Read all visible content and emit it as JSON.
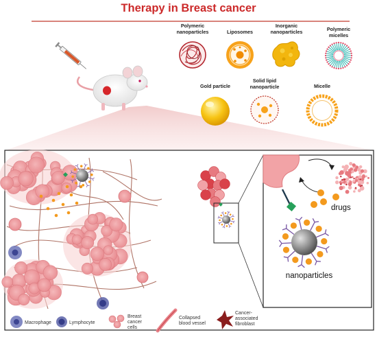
{
  "title": "Therapy in Breast cancer",
  "nanoparticle_types": [
    {
      "line1": "Polymeric",
      "line2": "nanoparticles"
    },
    {
      "line1": "Liposomes",
      "line2": ""
    },
    {
      "line1": "Inorganic",
      "line2": "nanoparticles"
    },
    {
      "line1": "Polymeric",
      "line2": "micelles"
    },
    {
      "line1": "Gold particle",
      "line2": ""
    },
    {
      "line1": "Solid lipid",
      "line2": "nanoparticle"
    },
    {
      "line1": "Micelle",
      "line2": ""
    }
  ],
  "zoom_labels": {
    "drugs": "drugs",
    "nanoparticles": "nanoparticles"
  },
  "legend": [
    {
      "line1": "Macrophage",
      "line2": ""
    },
    {
      "line1": "Lymphocyte",
      "line2": ""
    },
    {
      "line1": "Breast",
      "line2": "cancer",
      "line3": "cells"
    },
    {
      "line1": "Collapsed",
      "line2": "blood vessel",
      "line3": ""
    },
    {
      "line1": "Cancer-",
      "line2": "associated",
      "line3": "fibroblast"
    }
  ],
  "colors": {
    "title": "#cc2a2a",
    "title_rule": "#c0392b",
    "tumor": "#f2a6a8",
    "tumor_dark": "#e07c80",
    "vessel": "#a15a4a",
    "drug": "#f39a1e",
    "nanoparticle_core": "#8a8a8a",
    "macrophage": "#6c74b8",
    "lymphocyte": "#5a62a8",
    "linker": "#27a05a",
    "ligand": "#7b5aa6"
  }
}
